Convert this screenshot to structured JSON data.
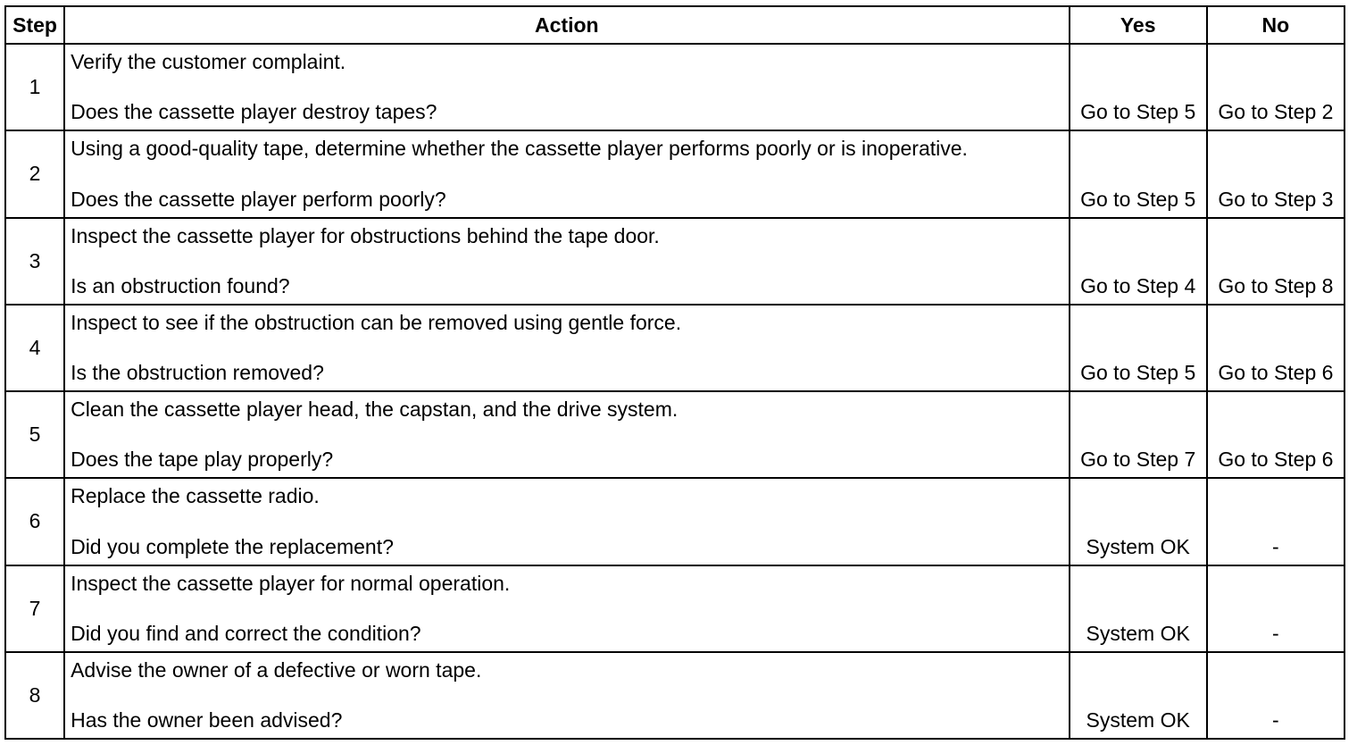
{
  "table": {
    "headers": {
      "step": "Step",
      "action": "Action",
      "yes": "Yes",
      "no": "No"
    },
    "rows": [
      {
        "step": "1",
        "instruction": "Verify the customer complaint.",
        "question": "Does the cassette player destroy tapes?",
        "yes": "Go to Step 5",
        "no": "Go to Step 2"
      },
      {
        "step": "2",
        "instruction": "Using a good-quality tape, determine whether the cassette player performs poorly or is inoperative.",
        "question": "Does the cassette player perform poorly?",
        "yes": "Go to Step 5",
        "no": "Go to Step 3"
      },
      {
        "step": "3",
        "instruction": "Inspect the cassette player for obstructions behind the tape door.",
        "question": "Is an obstruction found?",
        "yes": "Go to Step 4",
        "no": "Go to Step 8"
      },
      {
        "step": "4",
        "instruction": "Inspect to see if the obstruction can be removed using gentle force.",
        "question": "Is the obstruction removed?",
        "yes": "Go to Step 5",
        "no": "Go to Step 6"
      },
      {
        "step": "5",
        "instruction": "Clean the cassette player head, the capstan, and the drive system.",
        "question": "Does the tape play properly?",
        "yes": "Go to Step 7",
        "no": "Go to Step 6"
      },
      {
        "step": "6",
        "instruction": "Replace the cassette radio.",
        "question": "Did you complete the replacement?",
        "yes": "System OK",
        "no": "-"
      },
      {
        "step": "7",
        "instruction": "Inspect the cassette player for normal operation.",
        "question": "Did you find and correct the condition?",
        "yes": "System OK",
        "no": "-"
      },
      {
        "step": "8",
        "instruction": "Advise the owner of a defective or worn tape.",
        "question": "Has the owner been advised?",
        "yes": "System OK",
        "no": "-"
      }
    ]
  }
}
